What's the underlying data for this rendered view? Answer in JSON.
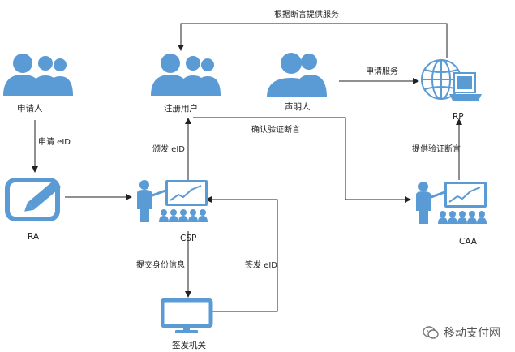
{
  "nodes": {
    "applicant": {
      "label": "申请人",
      "icon": "people-group-icon"
    },
    "registered_user": {
      "label": "注册用户",
      "icon": "people-group-icon"
    },
    "declarant": {
      "label": "声明人",
      "icon": "person-icon"
    },
    "rp": {
      "label": "RP",
      "icon": "globe-laptop-icon"
    },
    "ra": {
      "label": "RA",
      "icon": "edit-pencil-icon"
    },
    "csp": {
      "label": "CSP",
      "icon": "presenter-audience-icon"
    },
    "caa": {
      "label": "CAA",
      "icon": "presenter-audience-icon"
    },
    "issuer": {
      "label": "签发机关",
      "icon": "monitor-icon"
    }
  },
  "edges": {
    "apply_eid": "申请 eID",
    "issue_eid": "颁发 eID",
    "apply_service": "申请服务",
    "provide_by_assertion": "根据断言提供服务",
    "confirm_assertion": "确认验证断言",
    "provide_assertion": "提供验证断言",
    "submit_identity": "提交身份信息",
    "sign_eid": "签发 eID"
  },
  "watermark": {
    "text": "移动支付网",
    "icon": "wechat-icon"
  },
  "colors": {
    "icon_blue": "#5b9bd5",
    "line": "#222222"
  }
}
